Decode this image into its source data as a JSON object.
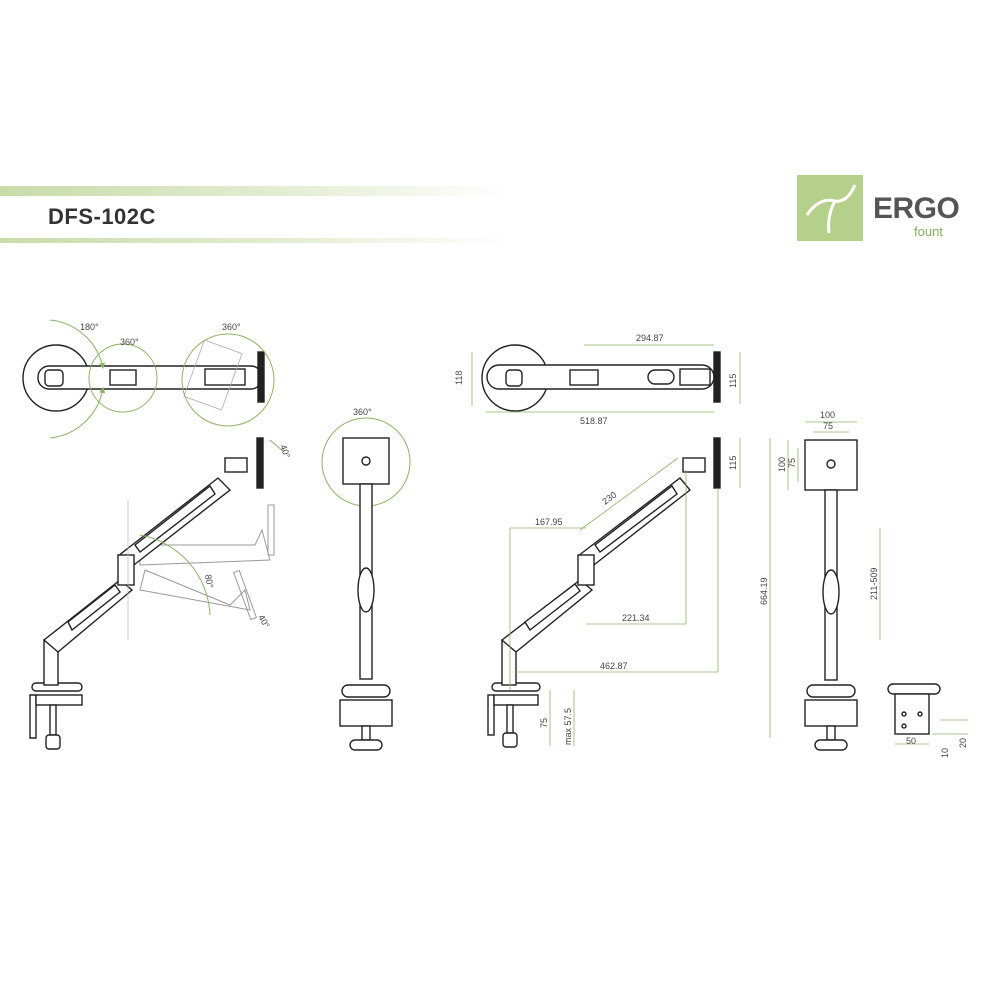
{
  "header": {
    "model": "DFS-102C"
  },
  "logo": {
    "main": "ERGO",
    "sub": "fount"
  },
  "colors": {
    "accent": "#b5d08a",
    "accent_line": "#8db06a",
    "band": "#c8dba8",
    "ink": "#222222"
  },
  "view_top_left": {
    "angle_a": "180°",
    "angle_b": "360°",
    "angle_c": "360°"
  },
  "view_side_left": {
    "tilt_top": "40°",
    "tilt_mid": "80°",
    "tilt_bottom": "40°"
  },
  "view_front_left": {
    "rotation": "360°"
  },
  "view_top_right": {
    "height": "118",
    "length": "518.87",
    "segment": "294.87",
    "head_height": "115"
  },
  "view_side_right": {
    "head_height": "115",
    "upper_arm": "230",
    "reach_a": "167.95",
    "reach_b": "221.34",
    "reach_c": "462.87",
    "clamp_height": "75",
    "max_desk": "max 57.5"
  },
  "view_front_right": {
    "vesa_outer_w": "100",
    "vesa_inner_w": "75",
    "vesa_outer_h": "100",
    "vesa_inner_h": "75",
    "total_height": "664.19",
    "height_range": "211-509"
  },
  "view_clamp": {
    "width": "50",
    "depth": "10",
    "height": "20"
  }
}
